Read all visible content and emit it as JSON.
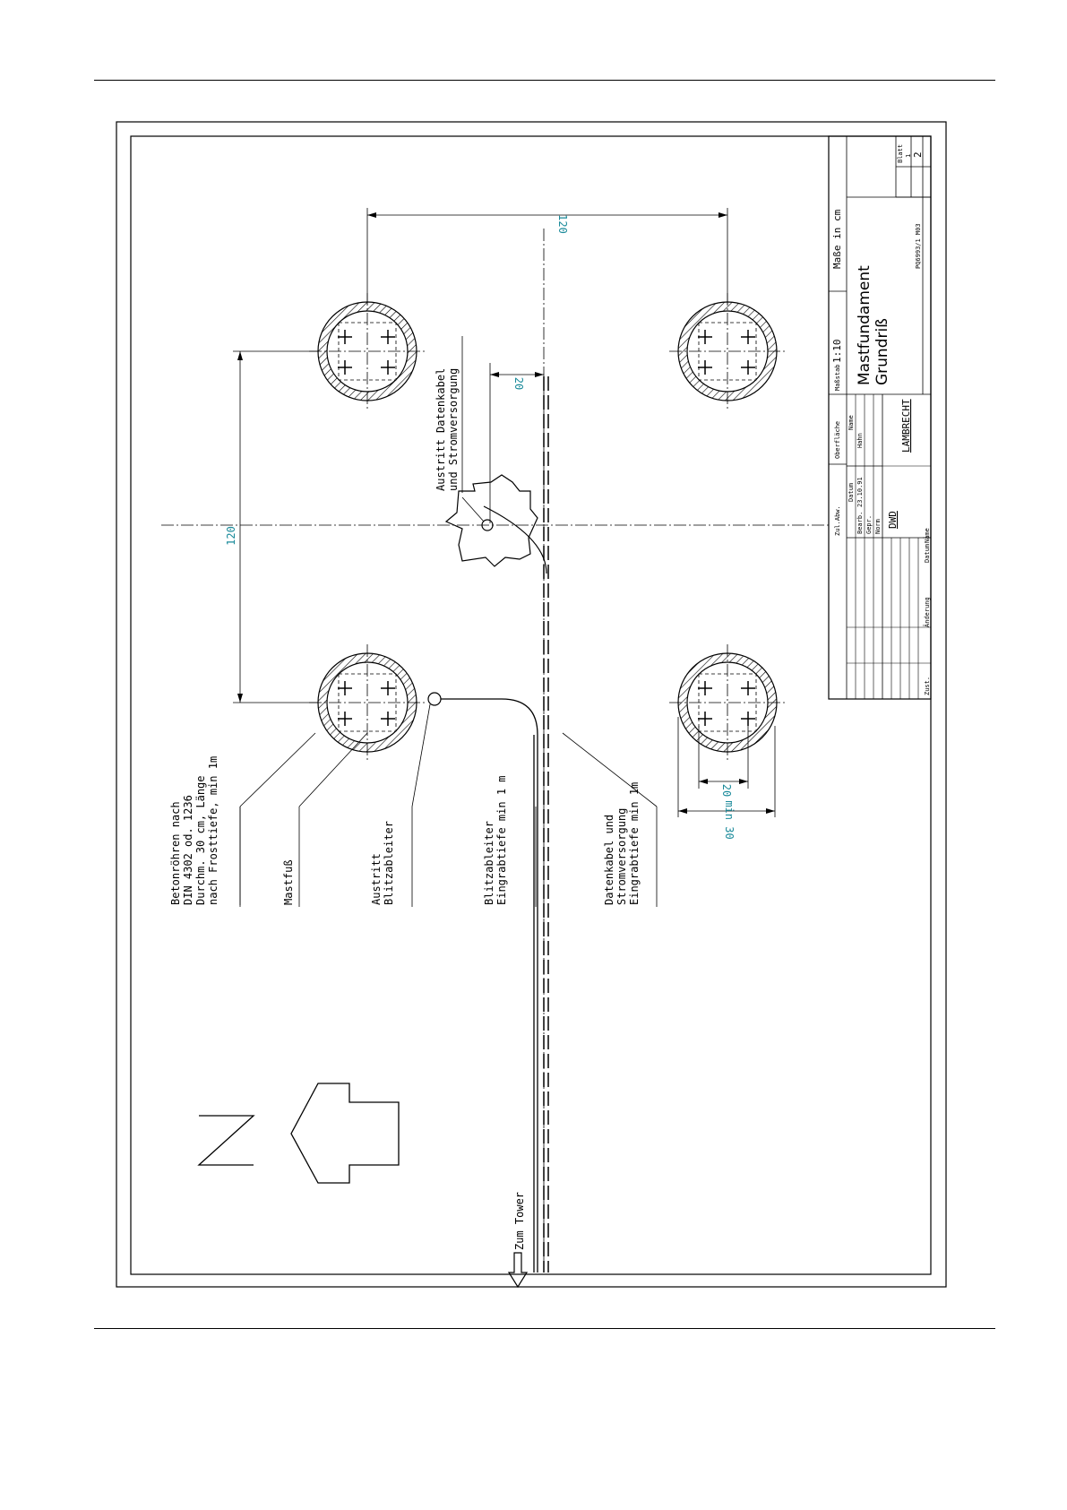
{
  "labels": {
    "betonroehren": [
      "Betonröhren nach",
      "DIN 4302 od. 1236",
      "Durchm. 30 cm, Länge",
      "nach Frosttiefe, min 1m"
    ],
    "mastfuss": [
      "Mastfuß"
    ],
    "austritt_blitz": [
      "Austritt",
      "Blitzableiter"
    ],
    "blitzableiter": [
      "Blitzableiter",
      "Eingrabtiefe min 1 m"
    ],
    "datenkabel": [
      "Datenkabel und",
      "Stromversorgung",
      "Eingrabtiefe min 1m"
    ],
    "austritt_daten": [
      "Austritt Datenkabel",
      "und Stromversorgung"
    ],
    "zum_tower": "Zum Tower"
  },
  "dimensions": {
    "spacing_a": "120",
    "spacing_b": "120",
    "offset": "20",
    "inner": "20",
    "outer": "min 30"
  },
  "title_block": {
    "units": "Maße in cm",
    "scale_label": "Maßstab",
    "scale": "1:10",
    "tolerance_label": "Oberfläche",
    "tolerance2_label": "Zul.Abw.",
    "title_line1": "Mastfundament",
    "title_line2": "Grundriß",
    "datum_label": "Datum",
    "name_label": "Name",
    "bearb_label": "Bearb.",
    "bearb_date": "23.10.91",
    "bearb_name": "Hahn",
    "gepr_label": "Gepr.",
    "norm_label": "Norm",
    "company1": "DWD",
    "company2": "LAMBRECHT",
    "change_label": "Änderung",
    "zust_label": "Zust.",
    "sheet_label": "Blatt",
    "sheet_no": "1",
    "sheet_of": "2",
    "drawing_no": "PQ6993/1 M03"
  },
  "colors": {
    "dimension": "#1a8a9a"
  }
}
